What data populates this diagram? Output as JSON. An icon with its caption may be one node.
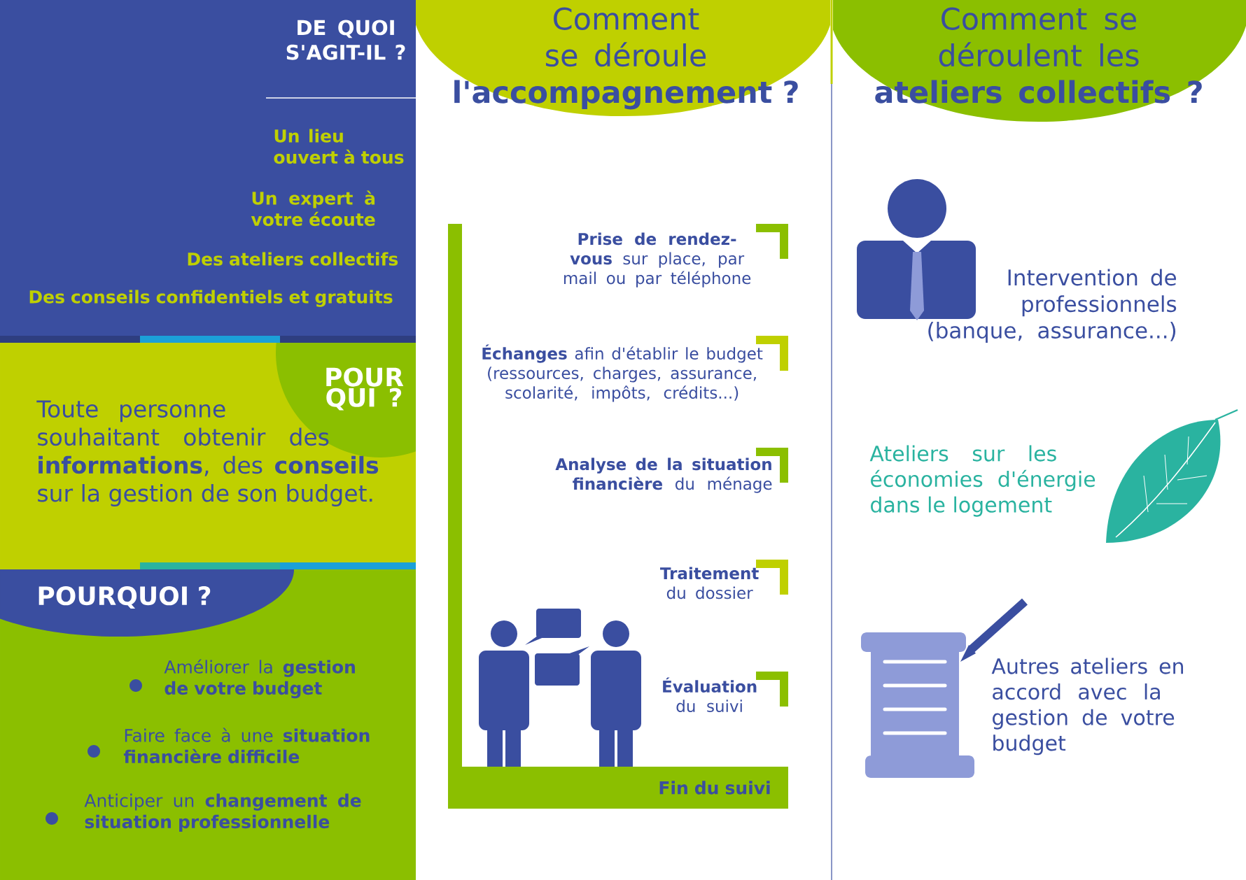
{
  "diagram": {
    "nodes": [
      {
        "text": [
          "POUR QUI ?"
        ]
      },
      {
        "text": [
          "POURQUOI ?"
        ]
      },
      {
        "text": [
          "Comment se déroule **l'accompagnement ?**"
        ]
      },
      {
        "text": [
          "Comment se déroulent les **ateliers collectifs ?**"
        ]
      },
      {
        "text": [
          "Fin du suivi"
        ]
      }
    ],
    "labels": [
      "DE QUOI S'AGIT-IL ?",
      "Un lieu ouvert à tous",
      "Un expert à votre écoute",
      "Des ateliers collectifs",
      "Des conseils confidentiels et gratuits",
      "Toute personne souhaitant obtenir des **informations**, des **conseils** sur la gestion de son budget.",
      "Améliorer la **gestion de votre budget**",
      "Faire face à une **situation financière difficile**",
      "Anticiper un **changement de situation professionnelle**",
      "**Prise de rendez-vous** sur place, par mail ou par téléphone",
      "**Échanges** afin d'établir le budget (ressources, charges, assurance, scolarité, impôts, crédits...)",
      "**Analyse de la situation financière** du ménage",
      "**Traitement** du dossier",
      "**Évaluation** du suivi",
      "Intervention de professionnels (banque, assurance...)",
      "Ateliers sur les économies d'énergie dans le logement",
      "Autres ateliers en accord avec la gestion de votre budget"
    ]
  }
}
